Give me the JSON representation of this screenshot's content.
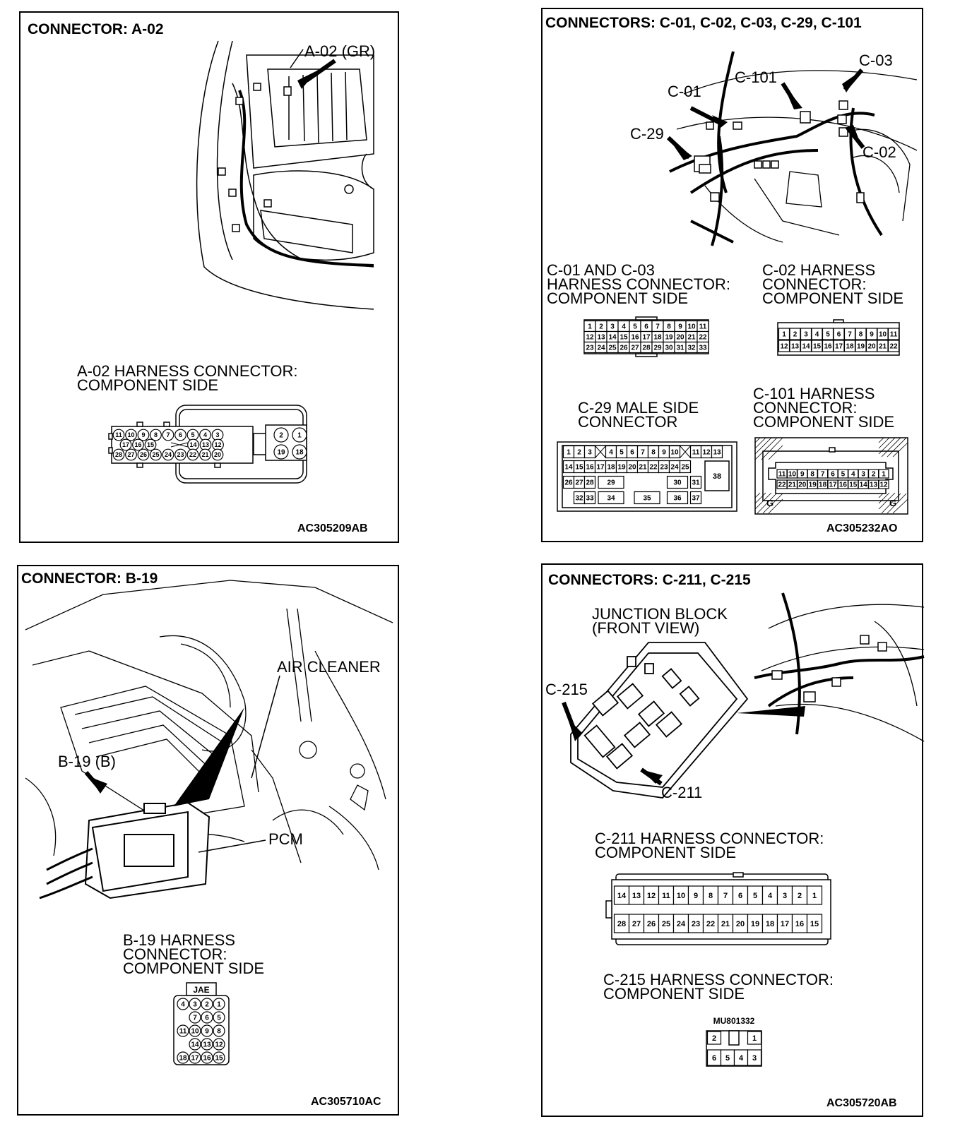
{
  "panels": {
    "a02": {
      "title": "CONNECTOR: A-02",
      "callout": "A-02 (GR)",
      "conn_label": "A-02 HARNESS CONNECTOR:\nCOMPONENT SIDE",
      "code": "AC305209AB",
      "pins": {
        "row1": [
          "11",
          "10",
          "9",
          "8",
          "7",
          "6",
          "5",
          "4",
          "3"
        ],
        "row2": [
          "17",
          "16",
          "15",
          "14",
          "13",
          "12"
        ],
        "row3": [
          "28",
          "27",
          "26",
          "25",
          "24",
          "23",
          "22",
          "21",
          "20"
        ],
        "big": [
          "2",
          "1",
          "19",
          "18"
        ]
      }
    },
    "c01": {
      "title": "CONNECTORS: C-01, C-02, C-03, C-29, C-101",
      "callouts": {
        "c03": "C-03",
        "c101": "C-101",
        "c01": "C-01",
        "c29": "C-29",
        "c02": "C-02"
      },
      "label_c01_c03": "C-01 AND C-03\nHARNESS CONNECTOR:\nCOMPONENT SIDE",
      "label_c02": "C-02 HARNESS\nCONNECTOR:\nCOMPONENT SIDE",
      "label_c29": "C-29 MALE SIDE\nCONNECTOR",
      "label_c101": "C-101 HARNESS\nCONNECTOR:\nCOMPONENT SIDE",
      "code": "AC305232AO",
      "pins_c01": {
        "row1": [
          "1",
          "2",
          "3",
          "4",
          "5",
          "6",
          "7",
          "8",
          "9",
          "10",
          "11"
        ],
        "row2": [
          "12",
          "13",
          "14",
          "15",
          "16",
          "17",
          "18",
          "19",
          "20",
          "21",
          "22"
        ],
        "row3": [
          "23",
          "24",
          "25",
          "26",
          "27",
          "28",
          "29",
          "30",
          "31",
          "32",
          "33"
        ]
      },
      "pins_c02": {
        "row1": [
          "1",
          "2",
          "3",
          "4",
          "5",
          "6",
          "7",
          "8",
          "9",
          "10",
          "11"
        ],
        "row2": [
          "12",
          "13",
          "14",
          "15",
          "16",
          "17",
          "18",
          "19",
          "20",
          "21",
          "22"
        ]
      },
      "pins_c29": {
        "row1a": [
          "1",
          "2",
          "3"
        ],
        "row1b": [
          "4",
          "5",
          "6",
          "7",
          "8",
          "9",
          "10"
        ],
        "row1c": [
          "11",
          "12",
          "13"
        ],
        "row2": [
          "14",
          "15",
          "16",
          "17",
          "18",
          "19",
          "20",
          "21",
          "22",
          "23",
          "24",
          "25"
        ],
        "row3": [
          "26",
          "27",
          "28",
          "29",
          "30",
          "31"
        ],
        "row4": [
          "32",
          "33",
          "34",
          "35",
          "36",
          "37"
        ],
        "big": "38"
      },
      "pins_c101": {
        "row1": [
          "11",
          "10",
          "9",
          "8",
          "7",
          "6",
          "5",
          "4",
          "3",
          "2",
          "1"
        ],
        "row2": [
          "22",
          "21",
          "20",
          "19",
          "18",
          "17",
          "16",
          "15",
          "14",
          "13",
          "12"
        ],
        "ground": "G"
      }
    },
    "b19": {
      "title": "CONNECTOR: B-19",
      "air_cleaner": "AIR CLEANER",
      "callout": "B-19 (B)",
      "pcm": "PCM",
      "conn_label": "B-19 HARNESS\nCONNECTOR:\nCOMPONENT SIDE",
      "code": "AC305710AC",
      "jae": "JAE",
      "pins": {
        "row1": [
          "4",
          "3",
          "2",
          "1"
        ],
        "row2": [
          "7",
          "6",
          "5"
        ],
        "row3": [
          "11",
          "10",
          "9",
          "8"
        ],
        "row4": [
          "14",
          "13",
          "12"
        ],
        "row5": [
          "18",
          "17",
          "16",
          "15"
        ]
      }
    },
    "c211": {
      "title": "CONNECTORS: C-211, C-215",
      "junction": "JUNCTION BLOCK\n(FRONT VIEW)",
      "callout_c215": "C-215",
      "callout_c211": "C-211",
      "label_c211": "C-211 HARNESS CONNECTOR:\nCOMPONENT SIDE",
      "label_c215": "C-215 HARNESS CONNECTOR:\nCOMPONENT SIDE",
      "code": "AC305720AB",
      "part_no": "MU801332",
      "pins_c211": {
        "row1": [
          "14",
          "13",
          "12",
          "11",
          "10",
          "9",
          "8",
          "7",
          "6",
          "5",
          "4",
          "3",
          "2",
          "1"
        ],
        "row2": [
          "28",
          "27",
          "26",
          "25",
          "24",
          "23",
          "22",
          "21",
          "20",
          "19",
          "18",
          "17",
          "16",
          "15"
        ]
      },
      "pins_c215": {
        "top": [
          "2",
          "1"
        ],
        "bottom": [
          "6",
          "5",
          "4",
          "3"
        ]
      }
    }
  }
}
